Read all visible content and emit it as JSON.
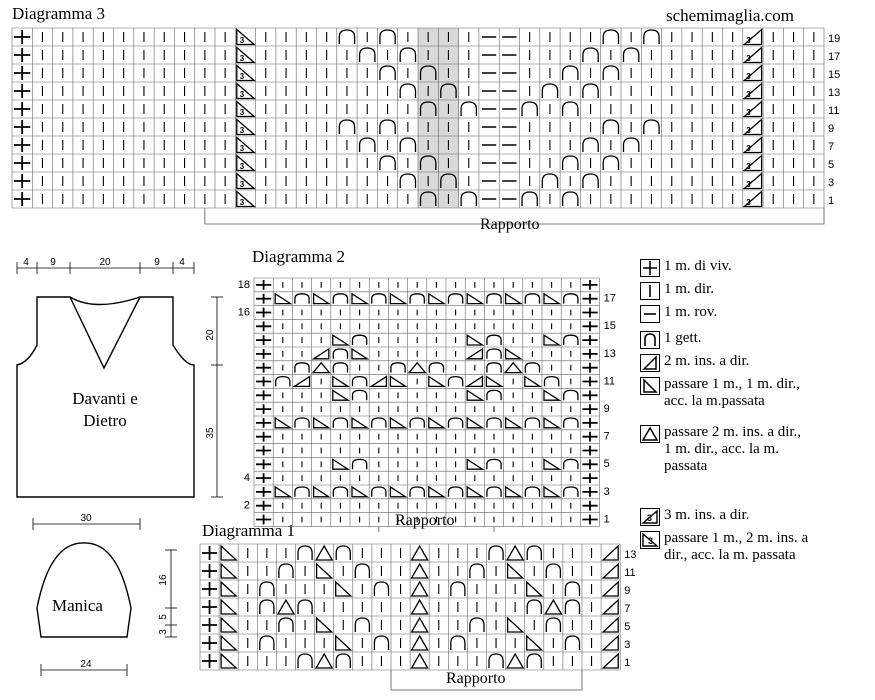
{
  "site": "schemimaglia.com",
  "diagram3": {
    "title": "Diagramma 3",
    "rapporto": "Rapporto",
    "row_numbers": [
      "19",
      "17",
      "15",
      "13",
      "11",
      "9",
      "7",
      "5",
      "3",
      "1"
    ]
  },
  "diagram2": {
    "title": "Diagramma 2",
    "rapporto": "Rapporto",
    "row_numbers_right": [
      "17",
      "15",
      "13",
      "11",
      "9",
      "7",
      "5",
      "3",
      "1"
    ],
    "row_numbers_left": [
      "18",
      "16",
      "4",
      "2"
    ]
  },
  "diagram1": {
    "title": "Diagramma 1",
    "rapporto": "Rapporto",
    "row_numbers": [
      "13",
      "11",
      "9",
      "7",
      "5",
      "3",
      "1"
    ]
  },
  "body_schema": {
    "label": "Davanti e\nDietro",
    "top_measures": [
      "4",
      "9",
      "20",
      "9",
      "4"
    ],
    "side_measures": [
      "20",
      "35"
    ]
  },
  "sleeve_schema": {
    "label": "Manica",
    "top_measure": "30",
    "bottom_measure": "24",
    "side_measures": [
      "16",
      "5",
      "3"
    ]
  },
  "legend": [
    {
      "icon": "plus-symbol-icon",
      "text": "1 m. di viv."
    },
    {
      "icon": "vertical-bar-symbol-icon",
      "text": "1 m. dir."
    },
    {
      "icon": "horizontal-bar-symbol-icon",
      "text": "1 m. rov."
    },
    {
      "icon": "arch-symbol-icon",
      "text": "1 gett."
    },
    {
      "icon": "right-triangle-symbol-icon",
      "text": "2 m. ins. a dir."
    },
    {
      "icon": "left-triangle-symbol-icon",
      "text": "passare 1 m., 1 m. dir.,\nacc. la m.passata"
    },
    {
      "icon": "triangle-symbol-icon",
      "text": "passare 2 m. ins. a dir.,\n1 m. dir., acc. la m.\npassata"
    },
    {
      "icon": "three-together-symbol-icon",
      "text": "3 m. ins. a dir."
    },
    {
      "icon": "three-slip-symbol-icon",
      "text": "passare 1 m., 2 m. ins. a\ndir., acc. la m. passata"
    }
  ],
  "colors": {
    "line": "#000000",
    "grid": "#666666",
    "shade": "#d9d9d9"
  }
}
